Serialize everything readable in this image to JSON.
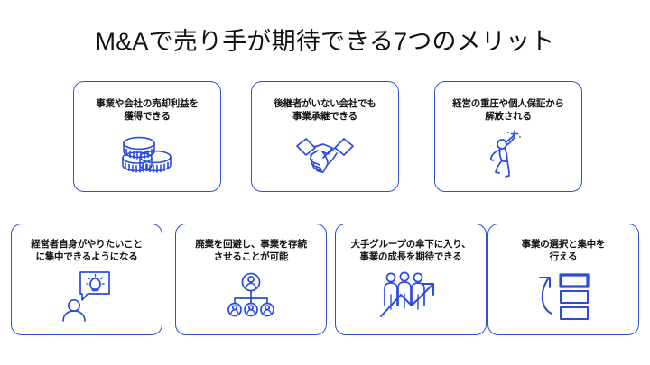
{
  "title": "M&Aで売り手が期待できる7つのメリット",
  "theme": {
    "accent": "#2f4fd6",
    "icon_color": "#2a4ae0",
    "text_color": "#111111",
    "background": "#ffffff"
  },
  "rows": {
    "top": {
      "cards": [
        {
          "id": 1,
          "label": "事業や会社の売却利益を\n獲得できる",
          "icon": "stacked-coins-icon"
        },
        {
          "id": 2,
          "label": "後継者がいない会社でも\n事業承継できる",
          "icon": "handshake-icon"
        },
        {
          "id": 3,
          "label": "経営の重圧や個人保証から\n解放される",
          "icon": "jumping-person-icon"
        }
      ]
    },
    "bottom": {
      "cards": [
        {
          "id": 4,
          "label": "経営者自身がやりたいこと\nに集中できるようになる",
          "icon": "person-lightbulb-idea-icon"
        },
        {
          "id": 5,
          "label": "廃業を回避し、事業を存続\nさせることが可能",
          "icon": "org-chart-icon"
        },
        {
          "id": 6,
          "label": "大手グループの傘下に入り、\n事業の成長を期待できる",
          "icon": "people-growth-arrow-icon"
        },
        {
          "id": 7,
          "label": "事業の選択と集中を\n行える",
          "icon": "select-and-focus-list-icon"
        }
      ]
    }
  }
}
